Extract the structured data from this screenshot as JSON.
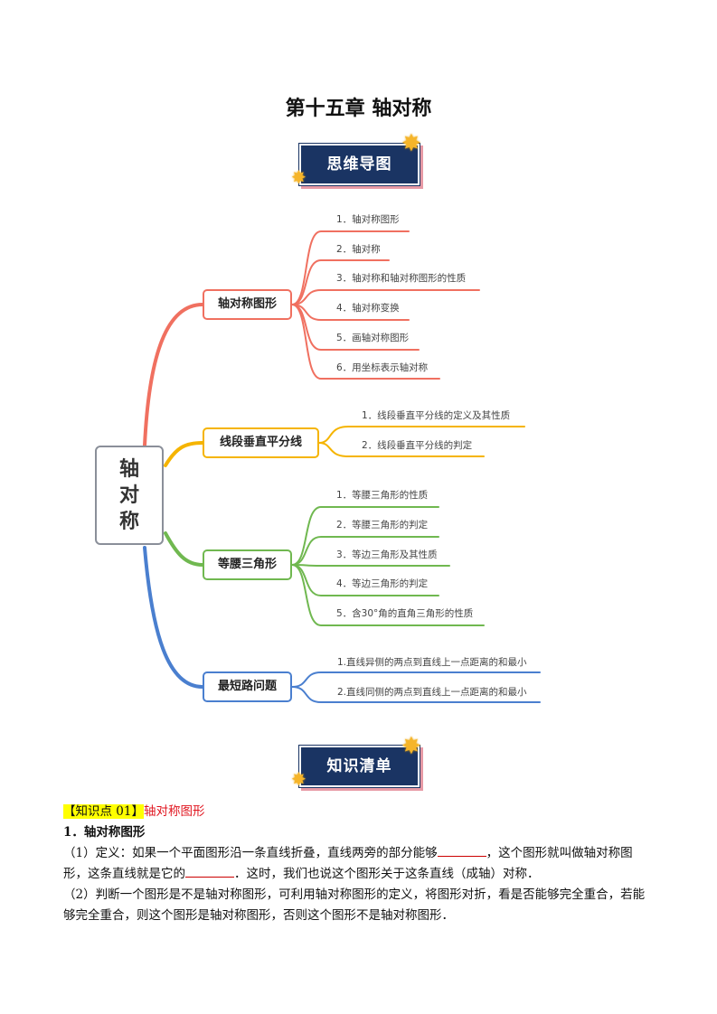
{
  "title": "第十五章  轴对称",
  "badges": {
    "mindmap": "思维导图",
    "knowledge": "知识清单"
  },
  "mindmap": {
    "root": [
      "轴",
      "对",
      "称"
    ],
    "branches": [
      {
        "label": "轴对称图形",
        "color": "#f07060",
        "items": [
          "1．轴对称图形",
          "2．轴对称",
          "3．轴对称和轴对称图形的性质",
          "4．轴对称变换",
          "5．画轴对称图形",
          "6．用坐标表示轴对称"
        ]
      },
      {
        "label": "线段垂直平分线",
        "color": "#f5b400",
        "items": [
          "1．线段垂直平分线的定义及其性质",
          "2．线段垂直平分线的判定"
        ]
      },
      {
        "label": "等腰三角形",
        "color": "#70b850",
        "items": [
          "1．等腰三角形的性质",
          "2．等腰三角形的判定",
          "3．等边三角形及其性质",
          "4．等边三角形的判定",
          "5．含30°角的直角三角形的性质"
        ]
      },
      {
        "label": "最短路问题",
        "color": "#4a7fcf",
        "items": [
          "1.直线异侧的两点到直线上一点距离的和最小",
          "2.直线同侧的两点到直线上一点距离的和最小"
        ]
      }
    ]
  },
  "knowledge": {
    "tag": "【知识点 01】",
    "tag_title": "轴对称图形",
    "heading": "1．轴对称图形",
    "p1_a": "（1）定义：如果一个平面图形沿一条直线折叠，直线两旁的部分能够",
    "p1_b": "，这个图形就叫做轴对称图形，这条直线就是它的",
    "p1_c": "．这时，我们也说这个图形关于这条直线（成轴）对称．",
    "p2": "（2）判断一个图形是不是轴对称图形，可利用轴对称图形的定义，将图形对折，看是否能够完全重合，若能够完全重合，则这个图形是轴对称图形，否则这个图形不是轴对称图形．"
  }
}
